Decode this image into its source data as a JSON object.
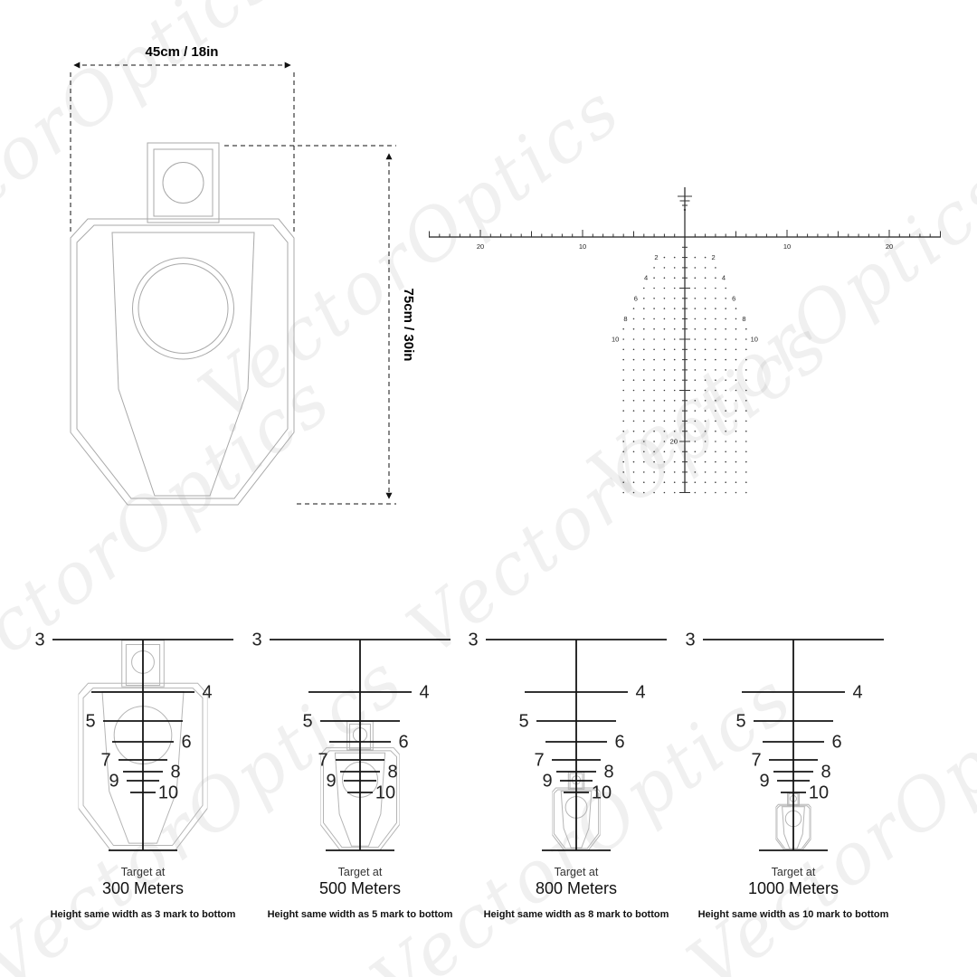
{
  "watermark": {
    "text": "VectorOptics"
  },
  "spec": {
    "width_label": "45cm / 18in",
    "height_label": "75cm / 30in"
  },
  "reticle": {
    "horizontal_tick_labels": [
      "20",
      "10",
      "10",
      "20"
    ],
    "tree_edge_labels": [
      "2",
      "4",
      "6",
      "8",
      "10"
    ],
    "drop_label": "20"
  },
  "ladder_marks": [
    "3",
    "4",
    "5",
    "6",
    "7",
    "8",
    "9",
    "10"
  ],
  "panels": [
    {
      "target_at": "Target at",
      "distance": "300 Meters",
      "note": "Height same width as 3 mark to bottom"
    },
    {
      "target_at": "Target at",
      "distance": "500 Meters",
      "note": "Height same width as 5 mark to bottom"
    },
    {
      "target_at": "Target at",
      "distance": "800 Meters",
      "note": "Height same width as 8 mark to bottom"
    },
    {
      "target_at": "Target at",
      "distance": "1000 Meters",
      "note": "Height same width as 10 mark to bottom"
    }
  ]
}
